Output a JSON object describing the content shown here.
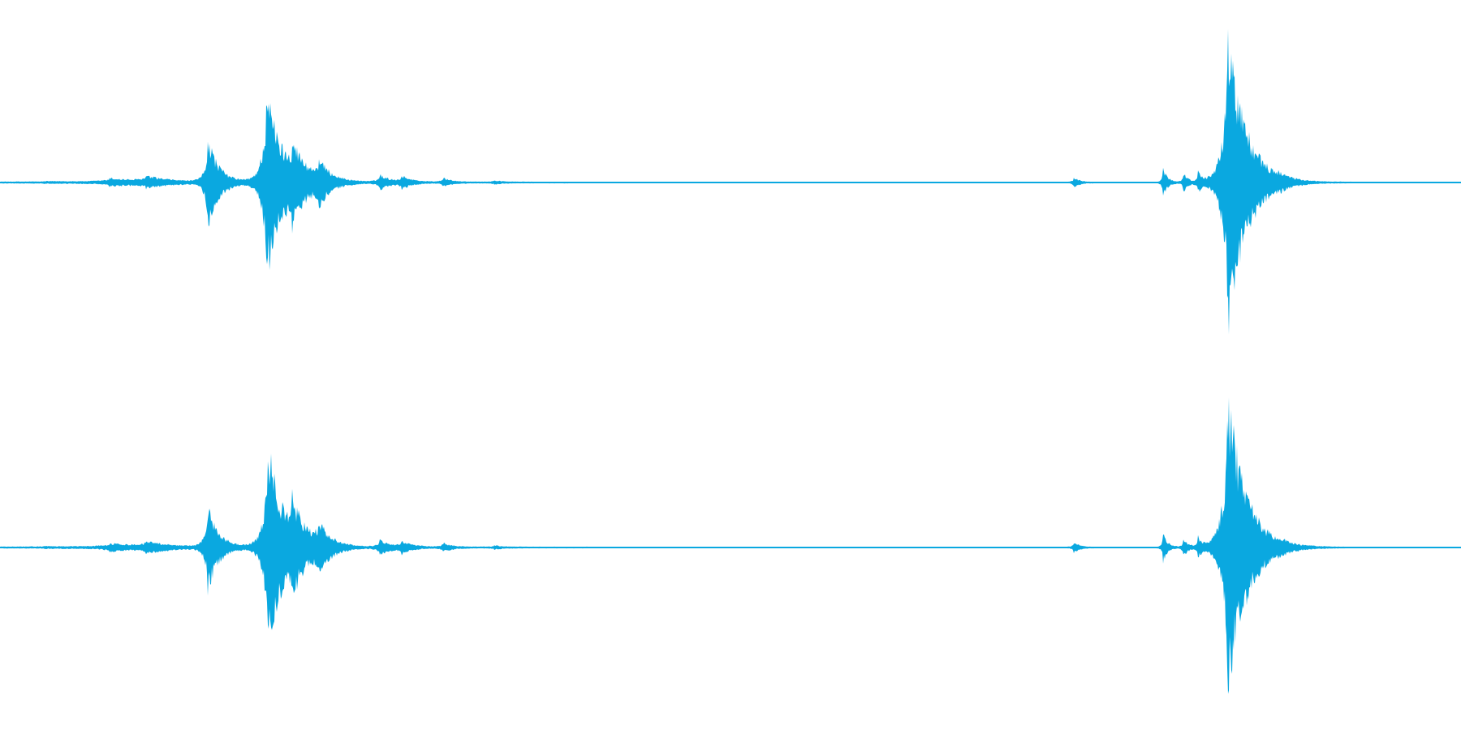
{
  "colors": {
    "background": "#ffffff",
    "waveform": "#0aa8e0"
  },
  "channels": [
    {
      "name": "",
      "events": [
        {
          "t": 0.03,
          "amp": 0.005,
          "decay": 0.2
        },
        {
          "t": 0.075,
          "amp": 0.02,
          "decay": 0.02
        },
        {
          "t": 0.1,
          "amp": 0.03,
          "decay": 0.015
        },
        {
          "t": 0.142,
          "amp": 0.3,
          "decay": 0.007
        },
        {
          "t": 0.182,
          "amp": 0.62,
          "decay": 0.01
        },
        {
          "t": 0.2,
          "amp": 0.18,
          "decay": 0.01
        },
        {
          "t": 0.218,
          "amp": 0.11,
          "decay": 0.008
        },
        {
          "t": 0.26,
          "amp": 0.045,
          "decay": 0.007
        },
        {
          "t": 0.275,
          "amp": 0.035,
          "decay": 0.007
        },
        {
          "t": 0.303,
          "amp": 0.025,
          "decay": 0.006
        },
        {
          "t": 0.338,
          "amp": 0.01,
          "decay": 0.006
        },
        {
          "t": 0.735,
          "amp": 0.03,
          "decay": 0.004
        },
        {
          "t": 0.796,
          "amp": 0.09,
          "decay": 0.003
        },
        {
          "t": 0.81,
          "amp": 0.06,
          "decay": 0.003
        },
        {
          "t": 0.82,
          "amp": 0.06,
          "decay": 0.003
        },
        {
          "t": 0.84,
          "amp": 1.0,
          "decay": 0.012
        },
        {
          "t": 0.875,
          "amp": 0.02,
          "decay": 0.005
        }
      ]
    },
    {
      "name": "",
      "events": [
        {
          "t": 0.03,
          "amp": 0.005,
          "decay": 0.2
        },
        {
          "t": 0.075,
          "amp": 0.02,
          "decay": 0.02
        },
        {
          "t": 0.1,
          "amp": 0.03,
          "decay": 0.015
        },
        {
          "t": 0.142,
          "amp": 0.28,
          "decay": 0.007
        },
        {
          "t": 0.183,
          "amp": 0.68,
          "decay": 0.01
        },
        {
          "t": 0.2,
          "amp": 0.2,
          "decay": 0.01
        },
        {
          "t": 0.218,
          "amp": 0.12,
          "decay": 0.008
        },
        {
          "t": 0.26,
          "amp": 0.045,
          "decay": 0.007
        },
        {
          "t": 0.275,
          "amp": 0.035,
          "decay": 0.007
        },
        {
          "t": 0.303,
          "amp": 0.025,
          "decay": 0.006
        },
        {
          "t": 0.338,
          "amp": 0.01,
          "decay": 0.006
        },
        {
          "t": 0.735,
          "amp": 0.03,
          "decay": 0.004
        },
        {
          "t": 0.796,
          "amp": 0.09,
          "decay": 0.003
        },
        {
          "t": 0.81,
          "amp": 0.06,
          "decay": 0.003
        },
        {
          "t": 0.82,
          "amp": 0.06,
          "decay": 0.003
        },
        {
          "t": 0.84,
          "amp": 1.0,
          "decay": 0.012
        },
        {
          "t": 0.875,
          "amp": 0.02,
          "decay": 0.005
        }
      ]
    }
  ]
}
